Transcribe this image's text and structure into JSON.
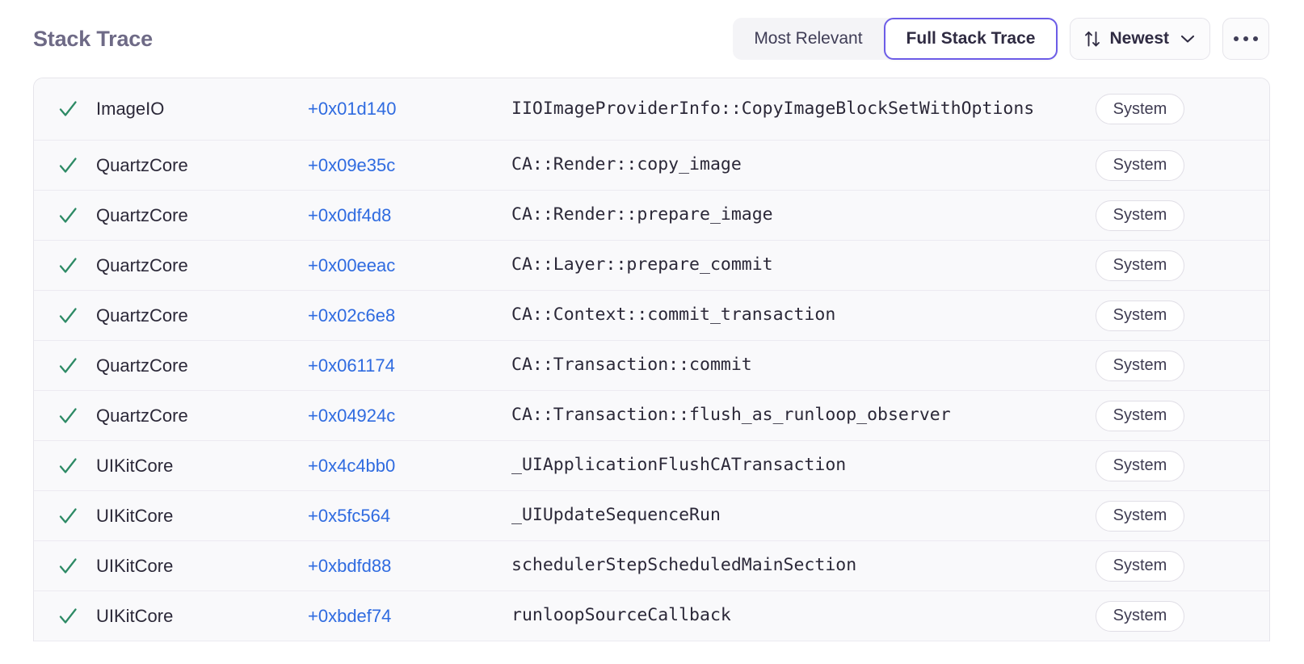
{
  "panel": {
    "title": "Stack Trace"
  },
  "toolbar": {
    "segmented": [
      {
        "label": "Most Relevant",
        "active": false
      },
      {
        "label": "Full Stack Trace",
        "active": true
      }
    ],
    "sort": {
      "label": "Newest",
      "sort_icon": "sort-updown-icon",
      "chevron_icon": "chevron-down-icon"
    },
    "more": {
      "icon": "ellipsis-icon"
    }
  },
  "colors": {
    "accent_purple": "#6c5ce7",
    "address_blue": "#2f6be0",
    "check_green": "#2d8a65",
    "title_gray": "#6e6a86",
    "row_background": "#f9f9fb",
    "row_divider": "#eceaf1",
    "border": "#e6e5eb"
  },
  "table": {
    "rows": [
      {
        "check": "check-icon",
        "library": "ImageIO",
        "address": "+0x01d140",
        "function": "IIOImageProviderInfo::CopyImageBlockSetWithOptions",
        "badge": "System"
      },
      {
        "check": "check-icon",
        "library": "QuartzCore",
        "address": "+0x09e35c",
        "function": "CA::Render::copy_image",
        "badge": "System"
      },
      {
        "check": "check-icon",
        "library": "QuartzCore",
        "address": "+0x0df4d8",
        "function": "CA::Render::prepare_image",
        "badge": "System"
      },
      {
        "check": "check-icon",
        "library": "QuartzCore",
        "address": "+0x00eeac",
        "function": "CA::Layer::prepare_commit",
        "badge": "System"
      },
      {
        "check": "check-icon",
        "library": "QuartzCore",
        "address": "+0x02c6e8",
        "function": "CA::Context::commit_transaction",
        "badge": "System"
      },
      {
        "check": "check-icon",
        "library": "QuartzCore",
        "address": "+0x061174",
        "function": "CA::Transaction::commit",
        "badge": "System"
      },
      {
        "check": "check-icon",
        "library": "QuartzCore",
        "address": "+0x04924c",
        "function": "CA::Transaction::flush_as_runloop_observer",
        "badge": "System"
      },
      {
        "check": "check-icon",
        "library": "UIKitCore",
        "address": "+0x4c4bb0",
        "function": "_UIApplicationFlushCATransaction",
        "badge": "System"
      },
      {
        "check": "check-icon",
        "library": "UIKitCore",
        "address": "+0x5fc564",
        "function": "_UIUpdateSequenceRun",
        "badge": "System"
      },
      {
        "check": "check-icon",
        "library": "UIKitCore",
        "address": "+0xbdfd88",
        "function": "schedulerStepScheduledMainSection",
        "badge": "System"
      },
      {
        "check": "check-icon",
        "library": "UIKitCore",
        "address": "+0xbdef74",
        "function": "runloopSourceCallback",
        "badge": "System"
      }
    ]
  }
}
